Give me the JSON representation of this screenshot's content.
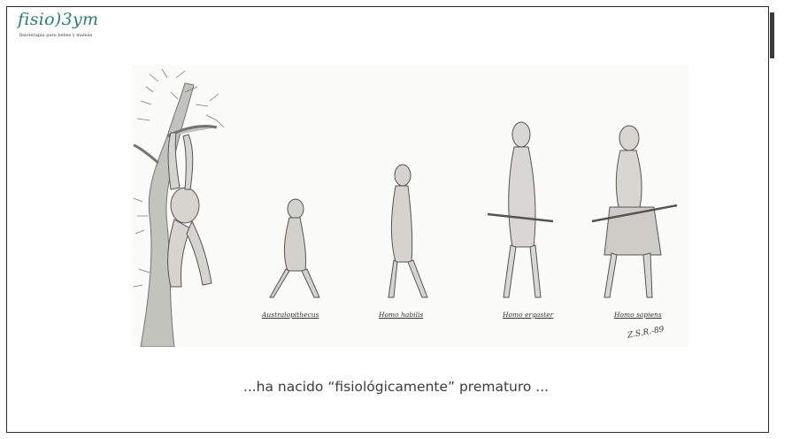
{
  "logo": {
    "wordmark": "fisio)3ym",
    "tagline": "fisioterapia para bebes y mamás"
  },
  "illustration": {
    "labels": [
      "Australopithecus",
      "Homo habilis",
      "Homo ergaster",
      "Homo sapiens"
    ],
    "signature": "Z.S.R.-89"
  },
  "caption": "...ha nacido “fisiológicamente” prematuro ...",
  "colors": {
    "brand_teal": "#2f7b73",
    "slide_border": "#2a2a2a",
    "caption_text": "#3c3c3c"
  }
}
